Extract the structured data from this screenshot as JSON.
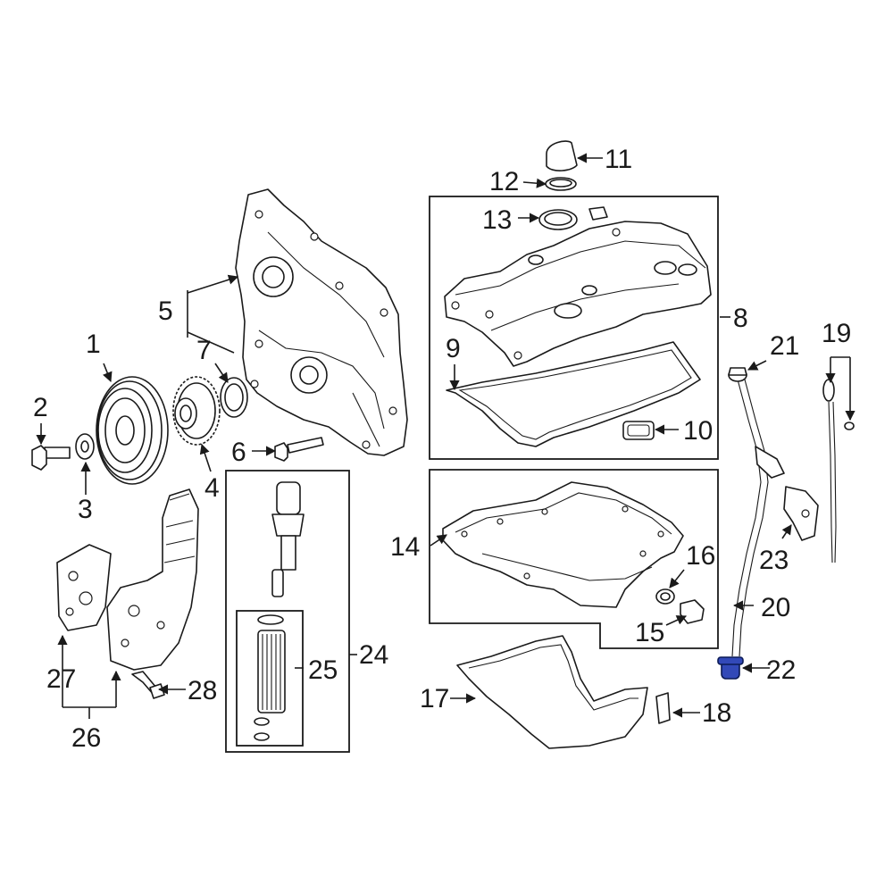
{
  "colors": {
    "line": "#1a1a1a",
    "background": "#ffffff",
    "highlight": "#3249b8"
  },
  "callouts": {
    "1": "1",
    "2": "2",
    "3": "3",
    "4": "4",
    "5": "5",
    "6": "6",
    "7": "7",
    "8": "8",
    "9": "9",
    "10": "10",
    "11": "11",
    "12": "12",
    "13": "13",
    "14": "14",
    "15": "15",
    "16": "16",
    "17": "17",
    "18": "18",
    "19": "19",
    "20": "20",
    "21": "21",
    "22": "22",
    "23": "23",
    "24": "24",
    "25": "25",
    "26": "26",
    "27": "27",
    "28": "28"
  },
  "highlighted_part": "22"
}
